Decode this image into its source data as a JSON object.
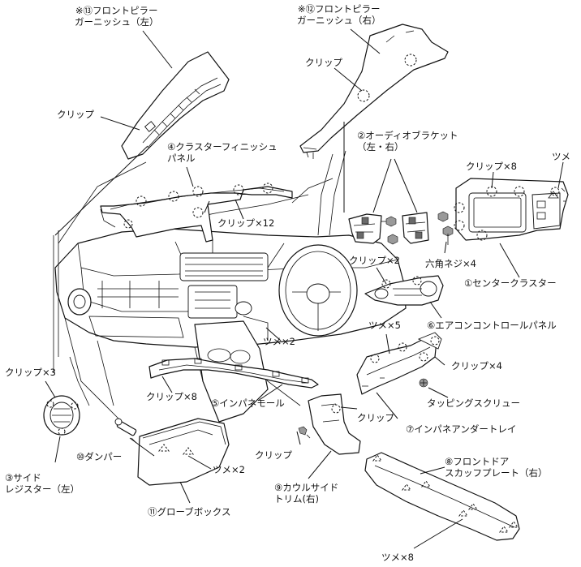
{
  "labels": {
    "front_pillar_left": "※⑬フロントピラー\nガーニッシュ（左）",
    "front_pillar_right": "※⑫フロントピラー\nガーニッシュ（右）",
    "clip_pillar_left": "クリップ",
    "clip_pillar_right": "クリップ",
    "audio_bracket": "②オーディオブラケット\n（左・右）",
    "cluster_finish": "④クラスターフィニッシュ\nパネル",
    "clip_x8_center": "クリップ×8",
    "tsume_center": "ツメ",
    "clip_x12": "クリップ×12",
    "clip_x2": "クリップ×2",
    "hex_screw": "六角ネジ×4",
    "center_cluster": "①センタークラスター",
    "tsume_x5": "ツメ×5",
    "aircon_panel": "⑥エアコンコントロールパネル",
    "tsume_x2_mold": "ツメ×2",
    "clip_x4": "クリップ×4",
    "clip_x3": "クリップ×3",
    "clip_x8_mold": "クリップ×8",
    "inpane_mold": "⑤インパネモール",
    "tapping_screw": "タッピングスクリュー",
    "clip_cowl": "クリップ",
    "under_tray": "⑦インパネアンダートレイ",
    "damper": "⑩ダンパー",
    "clip_cowl_left": "クリップ",
    "side_register": "③サイド\nレジスター（左）",
    "tsume_x2_glove": "ツメ×2",
    "cowl_side_trim": "⑨カウルサイド\nトリム(右)",
    "scuff_plate": "⑧フロントドア\nスカッフプレート（右）",
    "glove_box": "⑪グローブボックス",
    "tsume_x8": "ツメ×8"
  }
}
